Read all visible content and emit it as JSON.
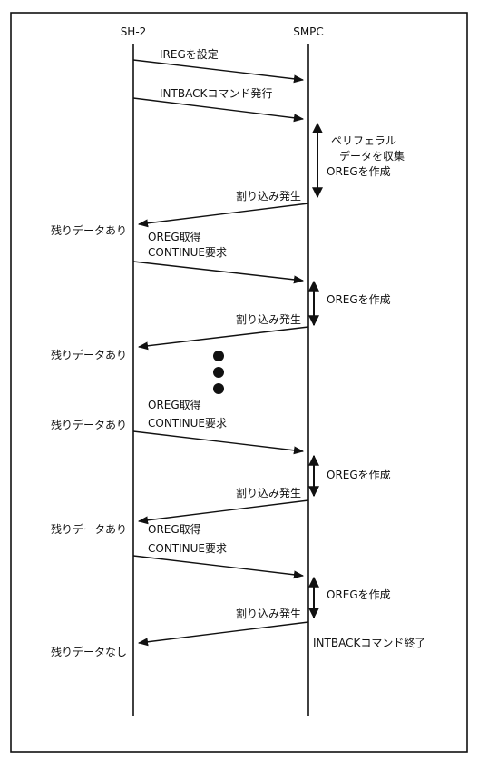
{
  "participants": {
    "left": "SH-2",
    "right": "SMPC"
  },
  "messages": [
    {
      "label": "IREGを設定",
      "direction": "right"
    },
    {
      "label": "INTBACKコマンド発行",
      "direction": "right"
    },
    {
      "label": "割り込み発生",
      "direction": "left"
    },
    {
      "label": "OREG取得",
      "label2": "CONTINUE要求",
      "direction": "right"
    },
    {
      "label": "割り込み発生",
      "direction": "left"
    },
    {
      "label": "OREG取得",
      "label2": "CONTINUE要求",
      "direction": "right"
    },
    {
      "label": "割り込み発生",
      "direction": "left"
    },
    {
      "label": "OREG取得",
      "label2": "CONTINUE要求",
      "direction": "right"
    },
    {
      "label": "割り込み発生",
      "direction": "left"
    }
  ],
  "smpc_activities": [
    {
      "lines": [
        "ペリフェラル",
        "データを収集",
        "OREGを作成"
      ]
    },
    {
      "lines": [
        "OREGを作成"
      ]
    },
    {
      "lines": [
        "OREGを作成"
      ]
    },
    {
      "lines": [
        "OREGを作成"
      ]
    }
  ],
  "sh2_states": [
    "残りデータあり",
    "残りデータあり",
    "残りデータあり",
    "残りデータあり",
    "残りデータなし"
  ],
  "end_note": "INTBACKコマンド終了",
  "ellipsis_count": 3
}
